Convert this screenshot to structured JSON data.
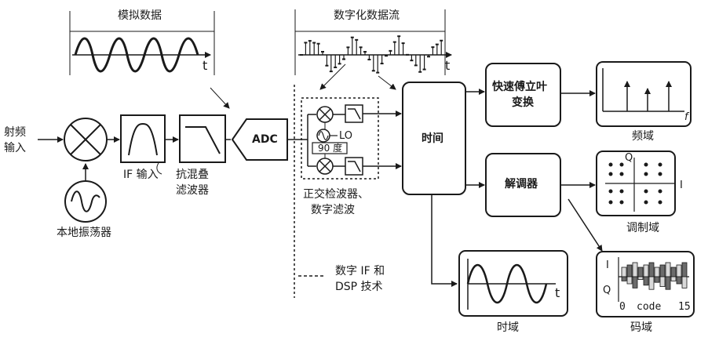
{
  "labels": {
    "analog_data": "模拟数据",
    "digitized_stream": "数字化数据流",
    "t": "t",
    "rf_input_line1": "射频",
    "rf_input_line2": "输入",
    "local_oscillator": "本地振荡器",
    "if_input": "IF 输入",
    "antialias_line1": "抗混叠",
    "antialias_line2": "滤波器",
    "adc": "ADC",
    "lo": "LO",
    "deg90": "90 度",
    "quad_line1": "正交检波器、",
    "quad_line2": "数字滤波",
    "time_block": "时间",
    "fft_line1": "快速傅立叶",
    "fft_line2": "变换",
    "demod": "解调器",
    "freq_domain": "频域",
    "f": "f",
    "mod_domain": "调制域",
    "Q": "Q",
    "I": "I",
    "time_domain": "时域",
    "code_domain": "码域",
    "code_axis_0": "0",
    "code_axis_code": "code",
    "code_axis_15": "15",
    "legend_line1": "数字 IF 和",
    "legend_line2": "DSP 技术"
  },
  "colors": {
    "line": "#1a1a1a",
    "code_bar_dark": "#6b6b6b",
    "code_bar_light": "#d9d9d9"
  },
  "icons": [
    "mixer-icon",
    "oscillator-icon",
    "bandpass-filter-icon",
    "lowpass-filter-icon",
    "adc-icon"
  ]
}
